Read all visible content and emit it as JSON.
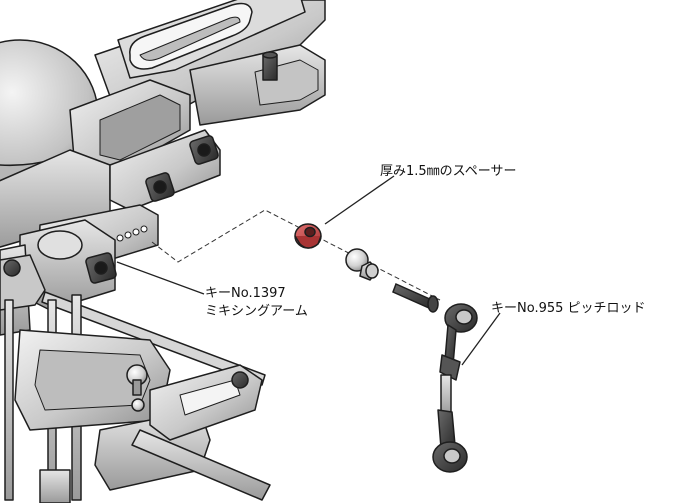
{
  "callouts": {
    "spacer": "厚み1.5㎜のスペーサー",
    "mixing_arm_key": "キーNo.1397",
    "mixing_arm_name": "ミキシングアーム",
    "pitch_rod": "キーNo.955 ピッチロッド"
  },
  "colors": {
    "metal_light": "#d8d8d8",
    "metal_mid": "#b4b4b4",
    "metal_dark": "#3e3e3e",
    "edge": "#1e1e1e",
    "spacer_red": "#c84848",
    "leader_line": "#222222"
  },
  "icons": [
    "rotor-hub-3d",
    "mixing-arm-3d",
    "spacer-3d",
    "ball-link-3d",
    "screw-3d",
    "pitch-rod-3d"
  ]
}
